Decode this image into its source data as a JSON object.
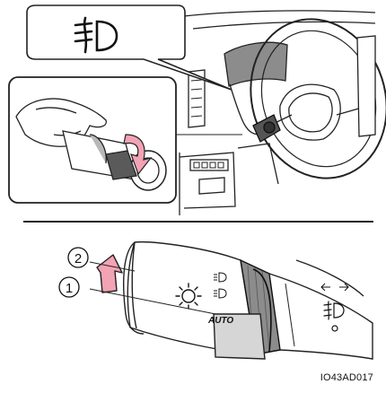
{
  "figure_code": "IO43AD017",
  "callouts": {
    "first": "1",
    "second": "2"
  },
  "switch_labels": {
    "auto": "AUTO"
  },
  "colors": {
    "arrow": "#f2a3b4",
    "line": "#222222",
    "shade": "#b8b8b8",
    "dark": "#5a5a5a"
  },
  "icons": [
    "fog-light-icon",
    "headlight-icon",
    "arrow-up-icon",
    "rotate-arrow-icon"
  ]
}
